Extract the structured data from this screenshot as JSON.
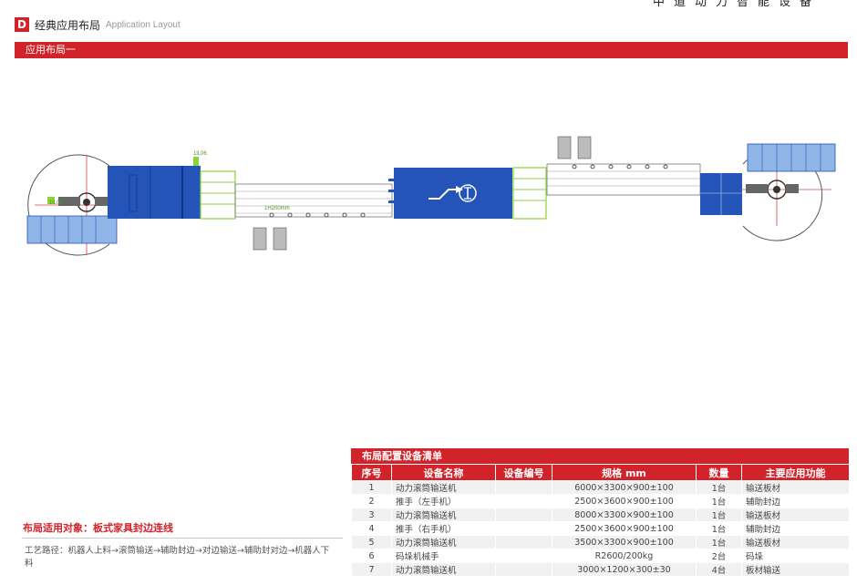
{
  "header": {
    "tagline": "中道动力智能设备",
    "badge": "D",
    "title": "经典应用布局",
    "subtitle": "Application Layout"
  },
  "layout_bar": {
    "label": "应用布局一"
  },
  "diagram_labels": {
    "label_1": "1lL06",
    "label_2": "1lL05",
    "label_3": "1H200mm"
  },
  "colors": {
    "accent_red": "#d2232a",
    "machine_blue": "#2554b8",
    "light_blue": "#8fb6e6",
    "green": "#8cd23a",
    "gray_line": "#666666"
  },
  "icons": [
    "arrow-icon",
    "robot-icon"
  ],
  "scope": {
    "label": "布局适用对象：板式家具封边连线"
  },
  "process": {
    "text": "工艺路径：机器人上料→滚筒输送→辅助封边→对边输送→辅助封对边→机器人下料"
  },
  "table": {
    "caption": "布局配置设备清单",
    "headers": [
      "序号",
      "设备名称",
      "设备编号",
      "规格 mm",
      "数量",
      "主要应用功能"
    ],
    "rows": [
      [
        "1",
        "动力滚筒输送机",
        "",
        "6000×3300×900±100",
        "1台",
        "输送板材"
      ],
      [
        "2",
        "推手（左手机）",
        "",
        "2500×3600×900±100",
        "1台",
        "辅助封边"
      ],
      [
        "3",
        "动力滚筒输送机",
        "",
        "8000×3300×900±100",
        "1台",
        "输送板材"
      ],
      [
        "4",
        "推手（右手机）",
        "",
        "2500×3600×900±100",
        "1台",
        "辅助封边"
      ],
      [
        "5",
        "动力滚筒输送机",
        "",
        "3500×3300×900±100",
        "1台",
        "输送板材"
      ],
      [
        "6",
        "码垛机械手",
        "",
        "R2600/200kg",
        "2台",
        "码垛"
      ],
      [
        "7",
        "动力滚筒输送机",
        "",
        "3000×1200×300±30",
        "4台",
        "板材输送"
      ]
    ]
  }
}
